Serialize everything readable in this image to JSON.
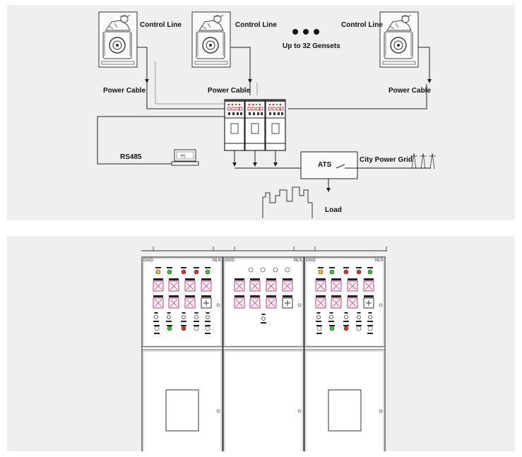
{
  "diagram": {
    "labels": {
      "control_line": "Control Line",
      "power_cable": "Power Cable",
      "up_to": "Up to 32 Gensets",
      "rs485": "RS485",
      "pc": "PC",
      "ats": "ATS",
      "city_grid": "City Power Grid",
      "load": "Load"
    }
  },
  "cabinet": {
    "tag_left": "GGD",
    "tag_right": "NLS"
  }
}
